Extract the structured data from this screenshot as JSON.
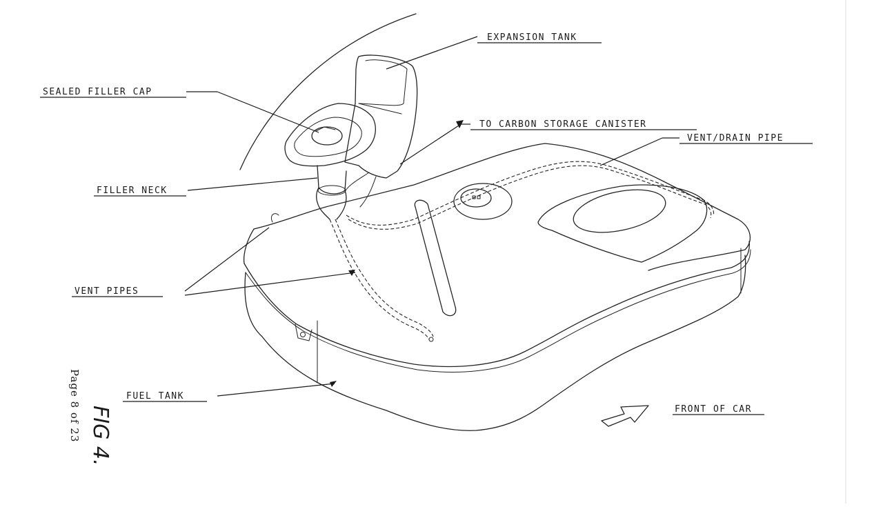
{
  "labels": {
    "expansion_tank": "EXPANSION TANK",
    "sealed_filler_cap": "SEALED FILLER CAP",
    "to_carbon_storage_canister": "TO CARBON STORAGE CANISTER",
    "vent_drain_pipe": "VENT/DRAIN PIPE",
    "filler_neck": "FILLER NECK",
    "vent_pipes": "VENT PIPES",
    "fuel_tank": "FUEL TANK",
    "front_of_car": "FRONT OF CAR"
  },
  "page": {
    "page_number": "Page 8 of 23",
    "figure_label": "FIG 4."
  }
}
